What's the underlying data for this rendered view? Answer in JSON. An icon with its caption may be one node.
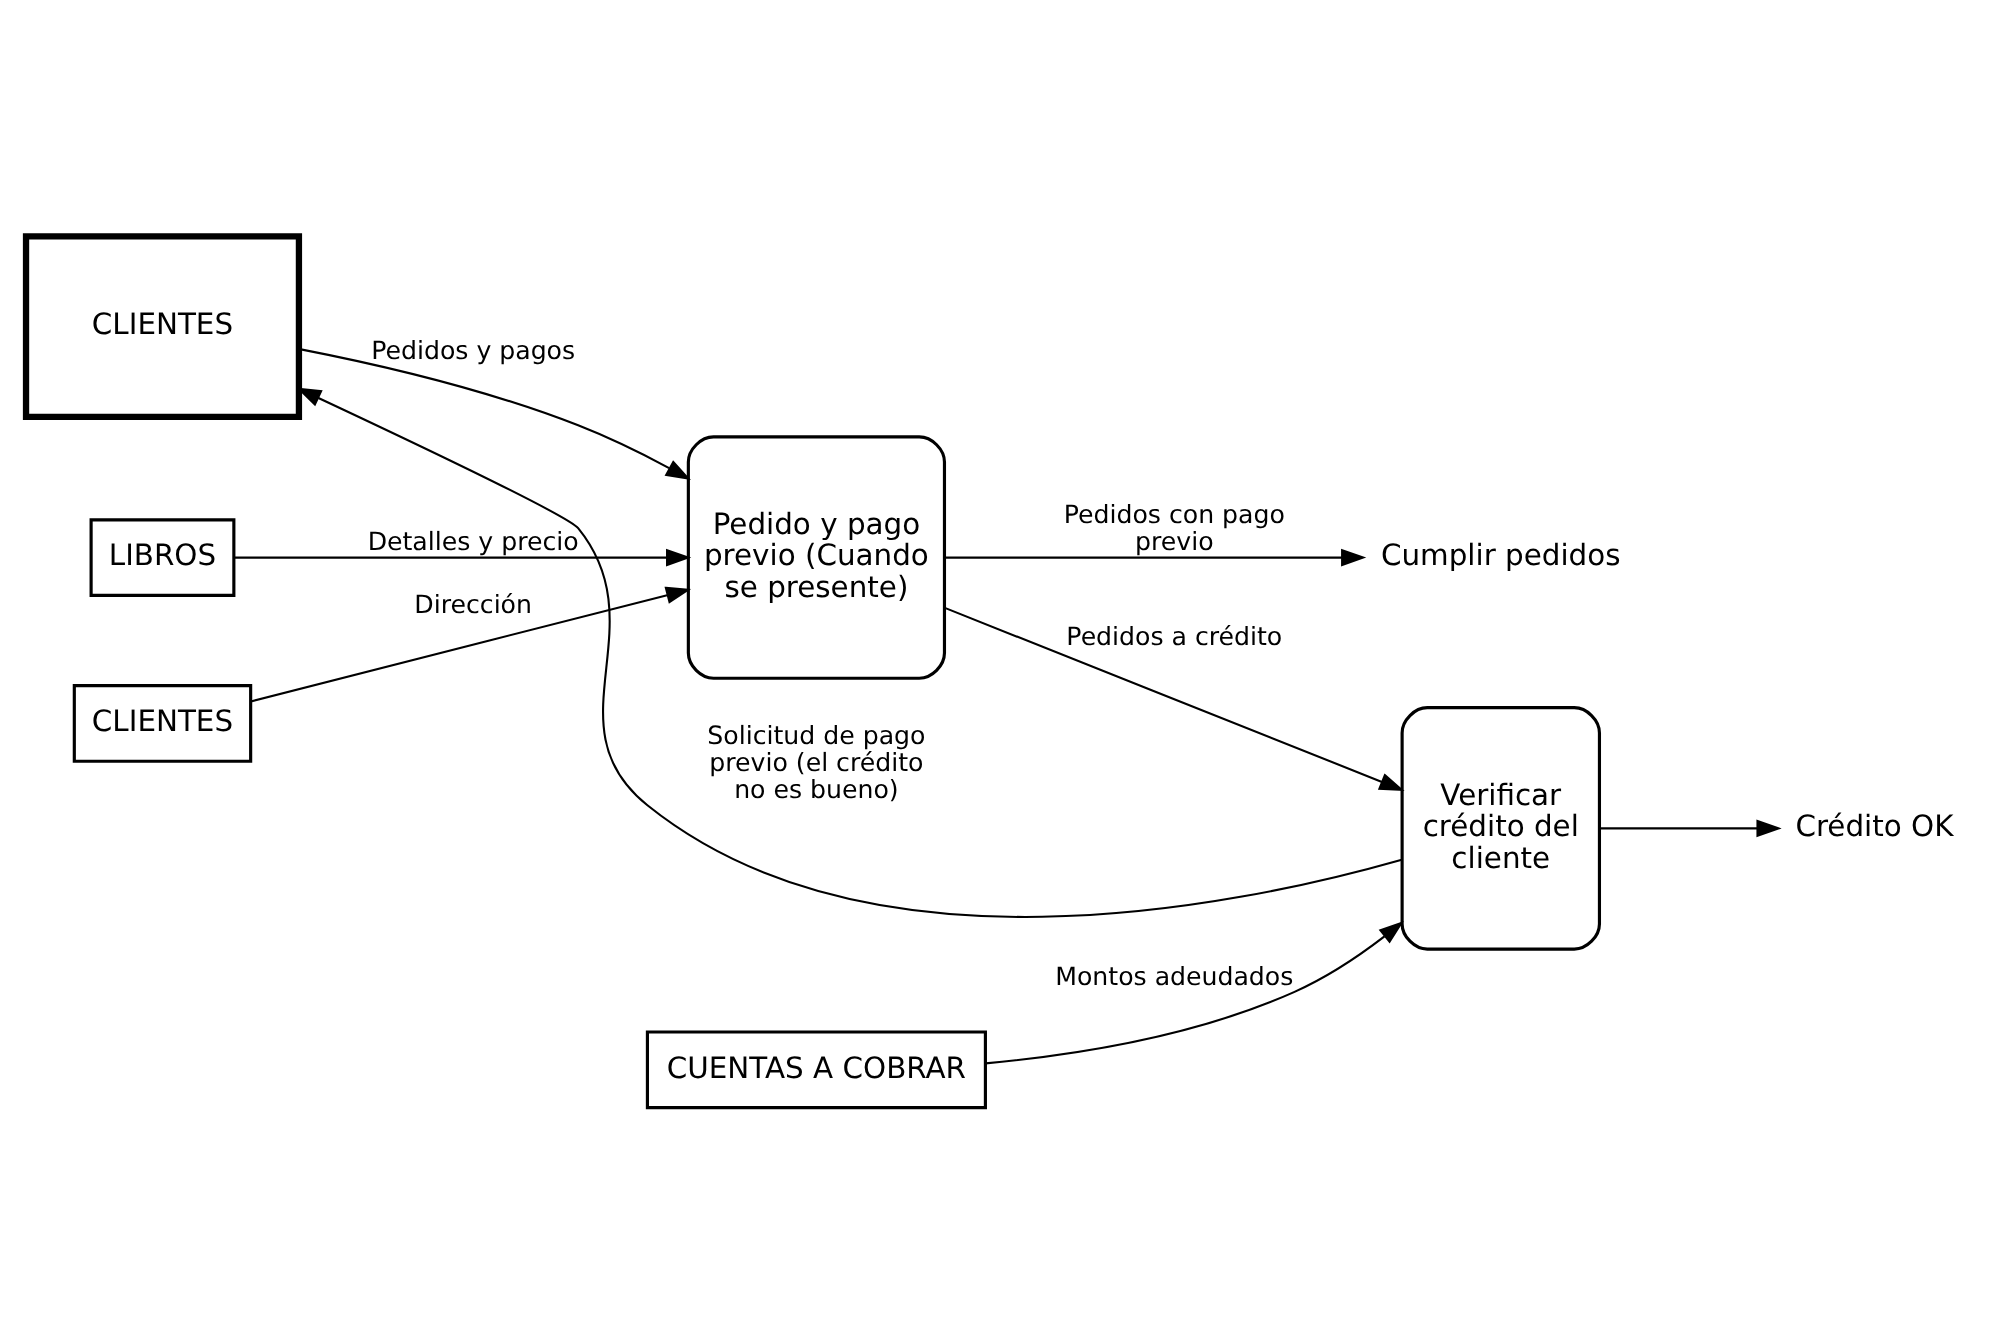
{
  "diagram": {
    "nodes": [
      {
        "text": [
          "CLIENTES"
        ]
      },
      {
        "text": [
          "LIBROS"
        ]
      },
      {
        "text": [
          "Pedido y pago previo (Cuando se presente)"
        ]
      },
      {
        "text": [
          "Verificar crédito del cliente"
        ]
      },
      {
        "text": [
          "CLIENTES"
        ]
      },
      {
        "text": [
          "CUENTAS A COBRAR"
        ]
      },
      {
        "text": [
          "Cumplir pedidos"
        ]
      },
      {
        "text": [
          "Crédito OK"
        ]
      }
    ],
    "edges": [
      {
        "from": 0,
        "to": 2,
        "arrow": "to",
        "label": "Pedidos y pagos"
      },
      {
        "from": 1,
        "to": 2,
        "arrow": "to",
        "label": "Detalles y precio"
      },
      {
        "from": 2,
        "to": 6,
        "arrow": "to",
        "label": "Pedidos con pago previo"
      },
      {
        "from": 2,
        "to": 3,
        "arrow": "to",
        "label": "Pedidos a crédito"
      },
      {
        "from": 3,
        "to": 7,
        "arrow": "to"
      },
      {
        "from": 4,
        "to": 2,
        "arrow": "to",
        "label": "Dirección"
      },
      {
        "from": 5,
        "to": 3,
        "arrow": "to",
        "label": "Montos adeudados"
      },
      {
        "from": 3,
        "to": 0,
        "arrow": "to",
        "label": "Solicitud de pago previo (el crédito no es bueno)"
      }
    ]
  }
}
